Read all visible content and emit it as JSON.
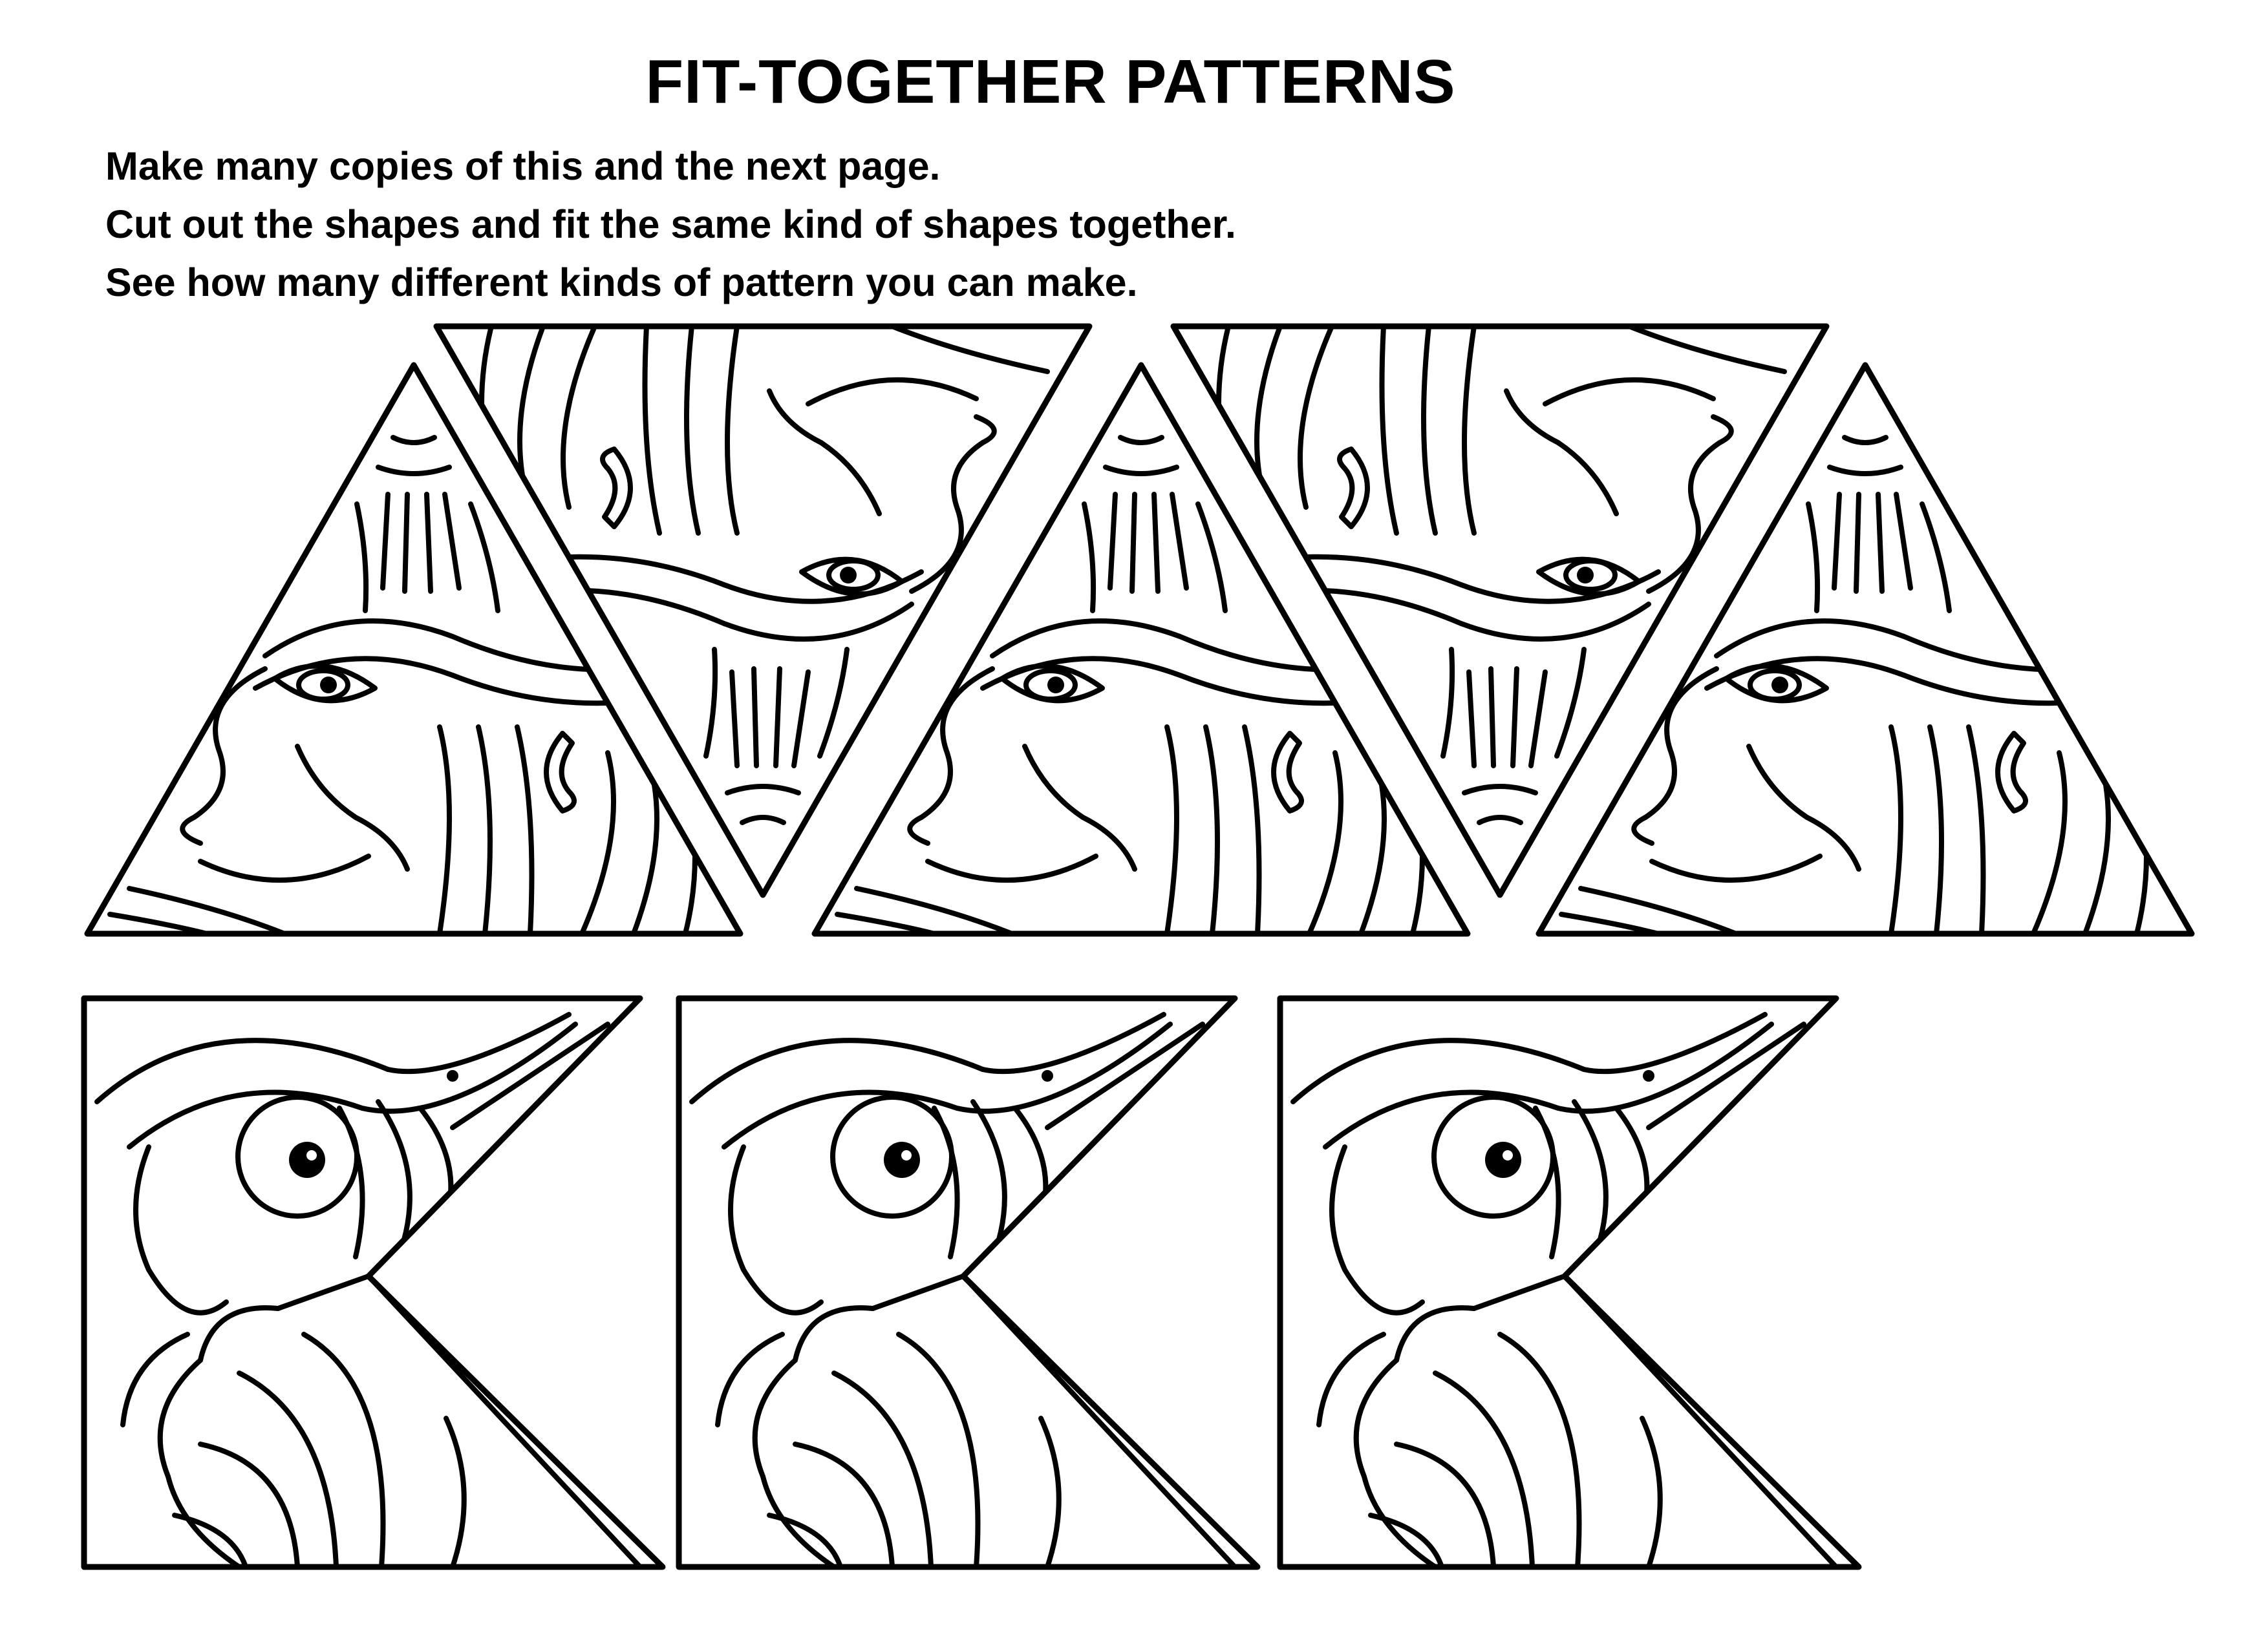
{
  "worksheet": {
    "title": "FIT-TOGETHER PATTERNS",
    "instructions": [
      "Make many copies of this and the next page.",
      "Cut out the shapes and fit the same kind of shapes together.",
      "See how many different kinds of pattern you can make."
    ]
  },
  "shapes": {
    "triangle_tiles": {
      "count": 5,
      "icon": "face-triangle-tile"
    },
    "bird_tiles": {
      "count": 3,
      "icon": "bird-k-tile"
    }
  }
}
